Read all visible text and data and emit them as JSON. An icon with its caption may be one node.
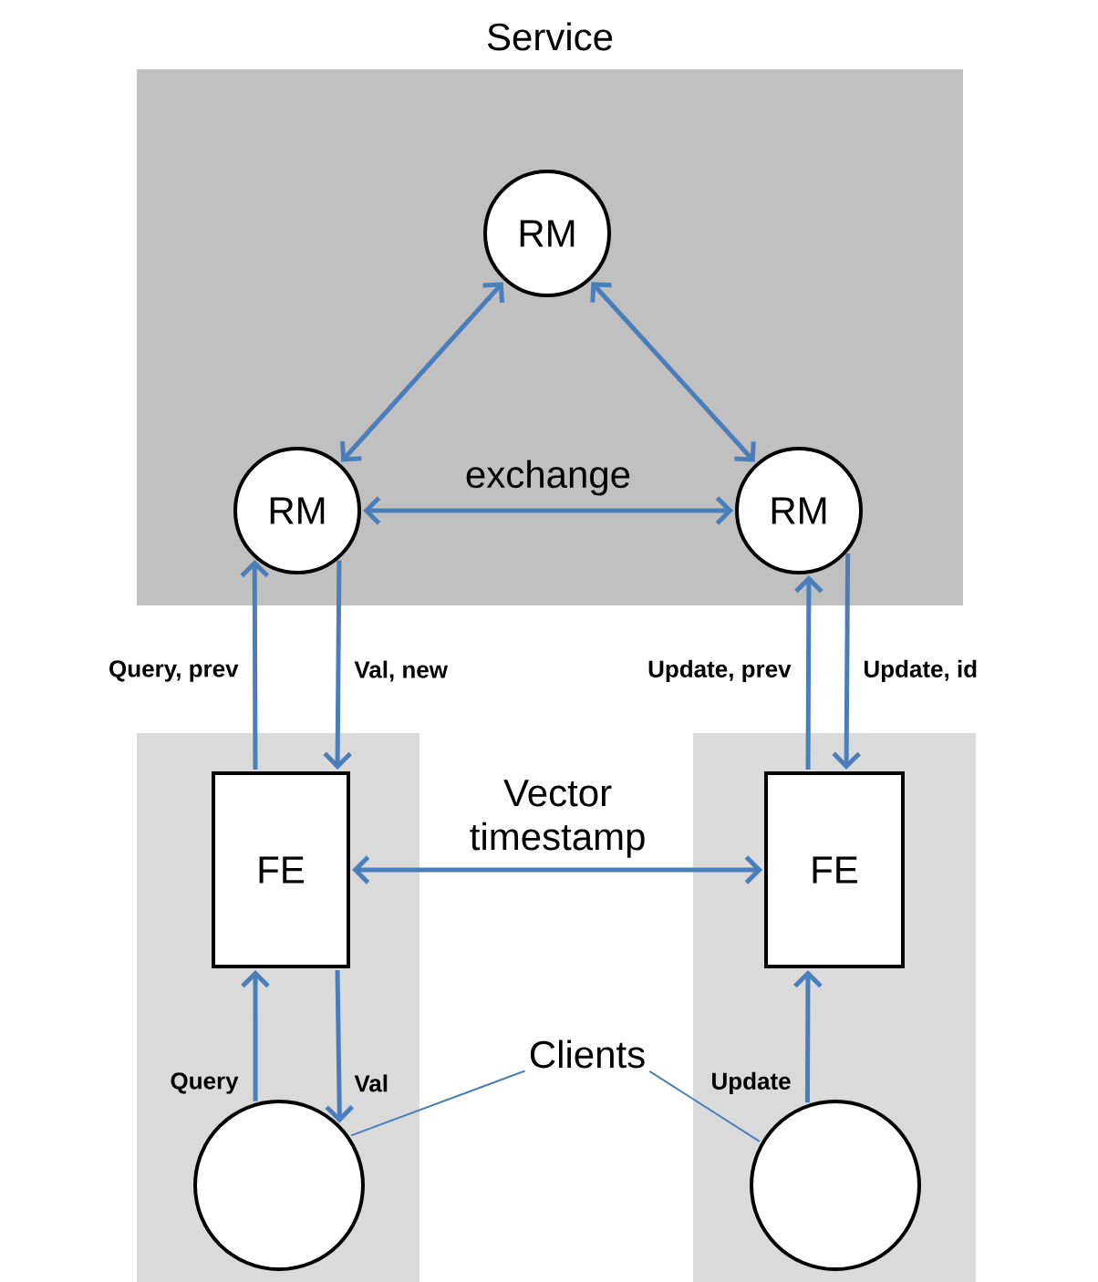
{
  "diagram": {
    "nodes": [
      {
        "text": [
          "Service"
        ]
      },
      {
        "text": [
          "RM"
        ],
        "in": 0
      },
      {
        "text": [
          "RM"
        ],
        "in": 0
      },
      {
        "text": [
          "RM"
        ],
        "in": 0
      },
      {
        "text": [],
        "shape": "box"
      },
      {
        "text": [
          "FE"
        ],
        "in": 4
      },
      {
        "text": [],
        "shape": "circle",
        "in": 4
      },
      {
        "text": [],
        "shape": "box"
      },
      {
        "text": [
          "FE"
        ],
        "in": 7
      },
      {
        "text": [],
        "shape": "circle",
        "in": 7
      },
      {
        "text": [
          "Clients"
        ]
      }
    ],
    "edges": [
      {
        "from": 1,
        "to": 2,
        "arrow": "both"
      },
      {
        "from": 1,
        "to": 3,
        "arrow": "both"
      },
      {
        "from": 2,
        "to": 3,
        "arrow": "both",
        "label": "exchange"
      },
      {
        "from": 5,
        "to": 2,
        "arrow": "to",
        "label": "Query, prev"
      },
      {
        "from": 2,
        "to": 5,
        "arrow": "to",
        "label": "Val, new"
      },
      {
        "from": 8,
        "to": 3,
        "arrow": "to",
        "label": "Update, prev"
      },
      {
        "from": 3,
        "to": 8,
        "arrow": "to",
        "label": "Update, id"
      },
      {
        "from": 5,
        "to": 8,
        "arrow": "both",
        "label": "Vector timestamp"
      },
      {
        "from": 6,
        "to": 5,
        "arrow": "to",
        "label": "Query"
      },
      {
        "from": 5,
        "to": 6,
        "arrow": "to",
        "label": "Val"
      },
      {
        "from": 9,
        "to": 8,
        "arrow": "to",
        "label": "Update"
      },
      {
        "from": 10,
        "to": 6,
        "arrow": "none"
      },
      {
        "from": 10,
        "to": 9,
        "arrow": "none"
      }
    ]
  }
}
